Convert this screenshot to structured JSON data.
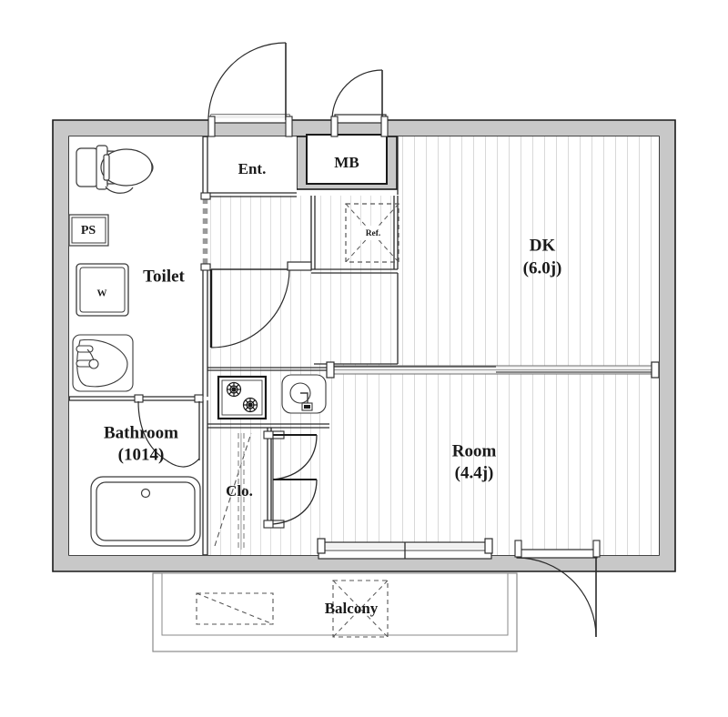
{
  "plan": {
    "title": "Apartment Floor Plan",
    "unit_suffix": "j",
    "colors": {
      "wall_fill": "#c8c8c8",
      "wall_stroke": "#1a1a1a",
      "line": "#3a3a3a",
      "thin_line": "#8a8a8a",
      "floor_hatch": "#d8d8d8",
      "text": "#1a1a1a",
      "background": "#ffffff",
      "dashed": "#555555"
    },
    "labels": {
      "entrance": "Ent.",
      "meter_box": "MB",
      "pipe_shaft": "PS",
      "washer": "W",
      "toilet": "Toilet",
      "bathroom": "Bathroom",
      "bathroom_size": "(1014)",
      "refrigerator": "Ref.",
      "closet": "Clo.",
      "dk": "DK",
      "dk_size": "(6.0j)",
      "room": "Room",
      "room_size": "(4.4j)",
      "balcony": "Balcony"
    },
    "rooms": [
      {
        "key": "dk",
        "name": "DK",
        "area": "6.0j"
      },
      {
        "key": "room",
        "name": "Room",
        "area": "4.4j"
      },
      {
        "key": "bathroom",
        "name": "Bathroom",
        "area": "1014"
      },
      {
        "key": "toilet",
        "name": "Toilet",
        "area": ""
      },
      {
        "key": "entrance",
        "name": "Ent.",
        "area": ""
      },
      {
        "key": "closet",
        "name": "Clo.",
        "area": ""
      },
      {
        "key": "balcony",
        "name": "Balcony",
        "area": ""
      }
    ],
    "fixtures": [
      {
        "key": "toilet-fixture",
        "name": "toilet"
      },
      {
        "key": "washer-space",
        "name": "W"
      },
      {
        "key": "pipe-shaft",
        "name": "PS"
      },
      {
        "key": "washbasin",
        "name": "washbasin"
      },
      {
        "key": "bathtub",
        "name": "bathtub"
      },
      {
        "key": "gas-stove",
        "name": "2-burner gas stove"
      },
      {
        "key": "kitchen-sink",
        "name": "sink"
      },
      {
        "key": "refrigerator-space",
        "name": "Ref."
      },
      {
        "key": "meter-box",
        "name": "MB"
      }
    ]
  }
}
